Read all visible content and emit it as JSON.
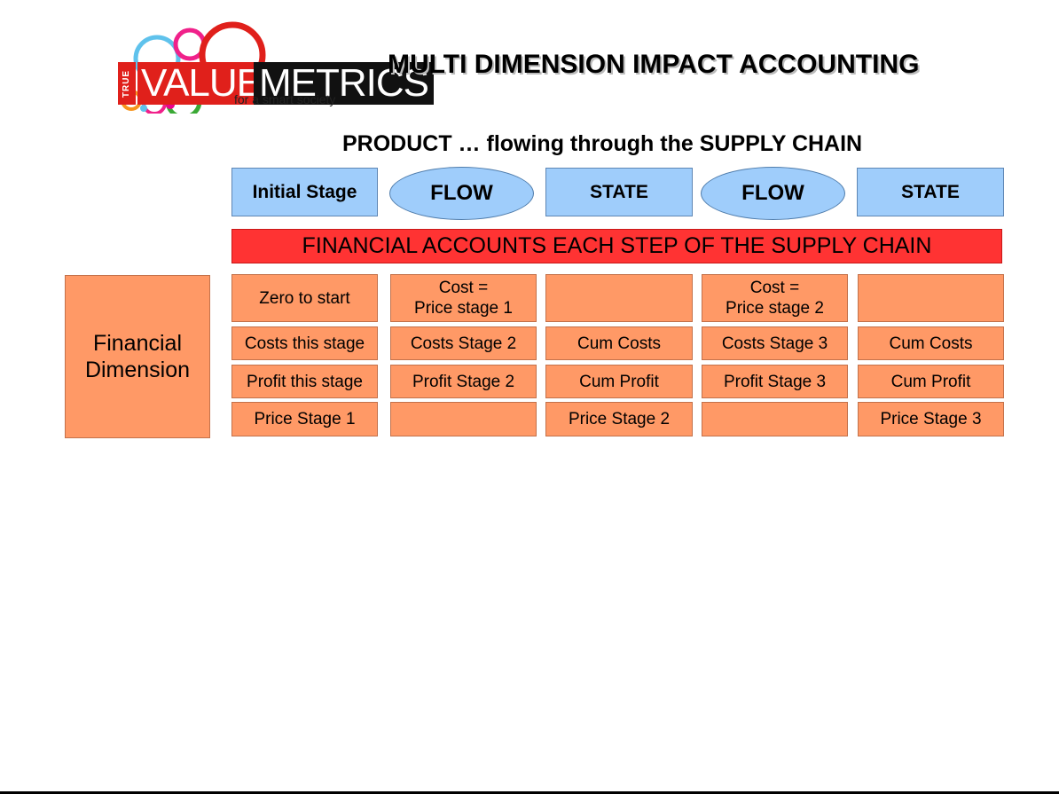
{
  "logo": {
    "true_text": "TRUE",
    "value_text": "VALUE",
    "metrics_text": "METRICS",
    "tagline": "for a smart society"
  },
  "title": "MULTI DIMENSION IMPACT ACCOUNTING",
  "subtitle": "PRODUCT … flowing through the SUPPLY CHAIN",
  "stages": [
    {
      "label": "Initial Stage",
      "shape": "rect"
    },
    {
      "label": "FLOW",
      "shape": "ellipse"
    },
    {
      "label": "STATE",
      "shape": "rect"
    },
    {
      "label": "FLOW",
      "shape": "ellipse"
    },
    {
      "label": "STATE",
      "shape": "rect"
    }
  ],
  "banner": "FINANCIAL ACCOUNTS EACH STEP OF THE SUPPLY CHAIN",
  "dimension_label": "Financial\nDimension",
  "grid": [
    [
      "Zero to start",
      "Cost =\nPrice stage 1",
      "",
      "Cost =\nPrice stage 2",
      ""
    ],
    [
      "Costs this stage",
      "Costs Stage 2",
      "Cum Costs",
      "Costs Stage 3",
      "Cum Costs"
    ],
    [
      "Profit this stage",
      "Profit Stage 2",
      "Cum Profit",
      "Profit Stage 3",
      "Cum Profit"
    ],
    [
      "Price Stage 1",
      "",
      "Price Stage 2",
      "",
      "Price Stage 3"
    ]
  ],
  "colors": {
    "stage_blue": "#9fcdfb",
    "banner_red": "#ff3333",
    "cell_orange": "#ff9966"
  }
}
